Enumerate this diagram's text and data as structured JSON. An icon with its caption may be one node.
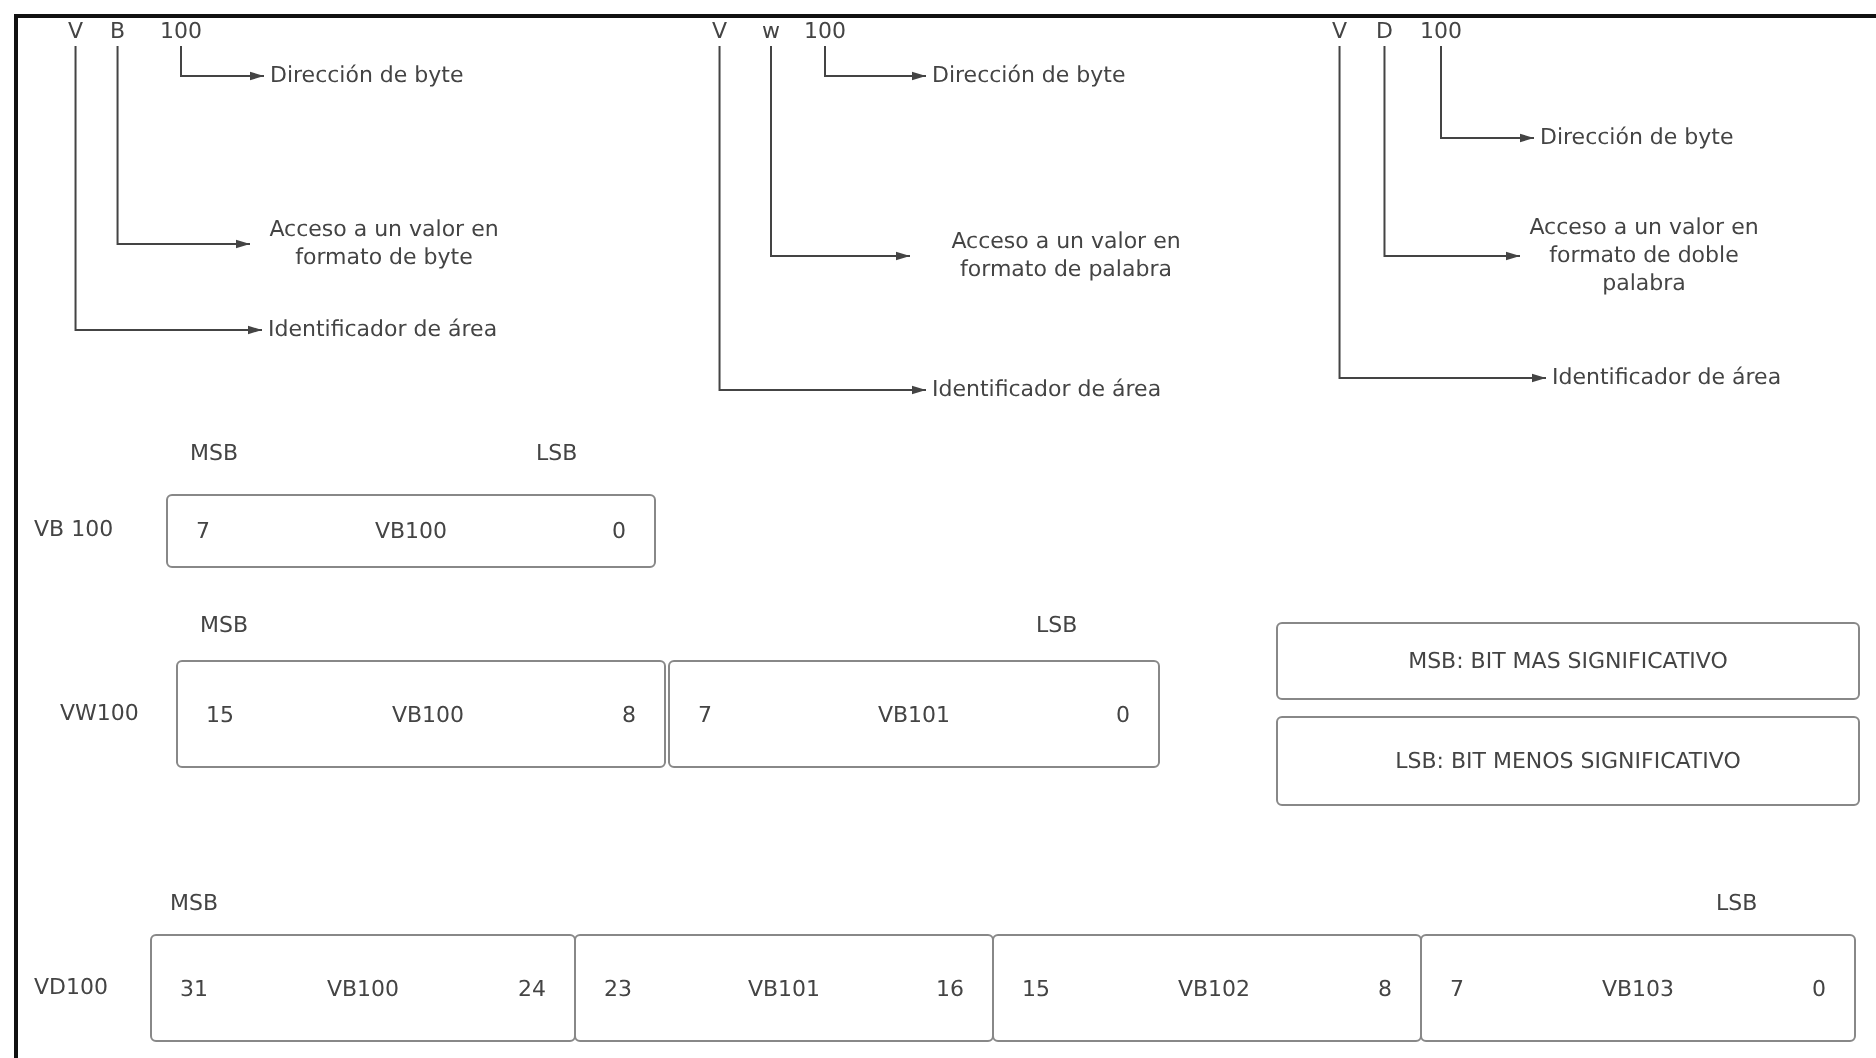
{
  "diagram": {
    "nodes": [
      {
        "text": [
          "V"
        ]
      },
      {
        "text": [
          "B"
        ]
      },
      {
        "text": [
          "100"
        ]
      },
      {
        "text": [
          "Dirección de byte"
        ]
      },
      {
        "text": [
          "Acceso a un valor en formato de byte"
        ]
      },
      {
        "text": [
          "Identificador de área"
        ]
      },
      {
        "text": [
          "V"
        ]
      },
      {
        "text": [
          "w"
        ]
      },
      {
        "text": [
          "100"
        ]
      },
      {
        "text": [
          "Dirección de byte"
        ]
      },
      {
        "text": [
          "Acceso a un valor en formato de palabra"
        ]
      },
      {
        "text": [
          "Identificador de área"
        ]
      },
      {
        "text": [
          "V"
        ]
      },
      {
        "text": [
          "D"
        ]
      },
      {
        "text": [
          "100"
        ]
      },
      {
        "text": [
          "Dirección de byte"
        ]
      },
      {
        "text": [
          "Acceso a un valor en formato de doble palabra"
        ]
      },
      {
        "text": [
          "Identificador de área"
        ]
      },
      {
        "text": [
          "7",
          "VB100",
          "0"
        ]
      },
      {
        "text": [
          "15",
          "VB100",
          "8"
        ]
      },
      {
        "text": [
          "7",
          "VB101",
          "0"
        ]
      },
      {
        "text": [
          "MSB: BIT MAS SIGNIFICATIVO"
        ]
      },
      {
        "text": [
          "LSB: BIT MENOS SIGNIFICATIVO"
        ]
      },
      {
        "text": [
          "31",
          "VB100",
          "24"
        ]
      },
      {
        "text": [
          "23",
          "VB101",
          "16"
        ]
      },
      {
        "text": [
          "15",
          "VB102",
          "8"
        ]
      },
      {
        "text": [
          "7",
          "VB103",
          "0"
        ]
      }
    ],
    "edges": [
      {
        "from": 2,
        "to": 3,
        "arrow": "to"
      },
      {
        "from": 1,
        "to": 4,
        "arrow": "to"
      },
      {
        "from": 0,
        "to": 5,
        "arrow": "to"
      },
      {
        "from": 8,
        "to": 9,
        "arrow": "to"
      },
      {
        "from": 7,
        "to": 10,
        "arrow": "to"
      },
      {
        "from": 6,
        "to": 11,
        "arrow": "to"
      },
      {
        "from": 14,
        "to": 15,
        "arrow": "to"
      },
      {
        "from": 13,
        "to": 16,
        "arrow": "to"
      },
      {
        "from": 12,
        "to": 17,
        "arrow": "to"
      }
    ],
    "labels": [
      "MSB",
      "LSB",
      "VB 100",
      "MSB",
      "LSB",
      "VW100",
      "MSB",
      "LSB",
      "VD100"
    ]
  }
}
